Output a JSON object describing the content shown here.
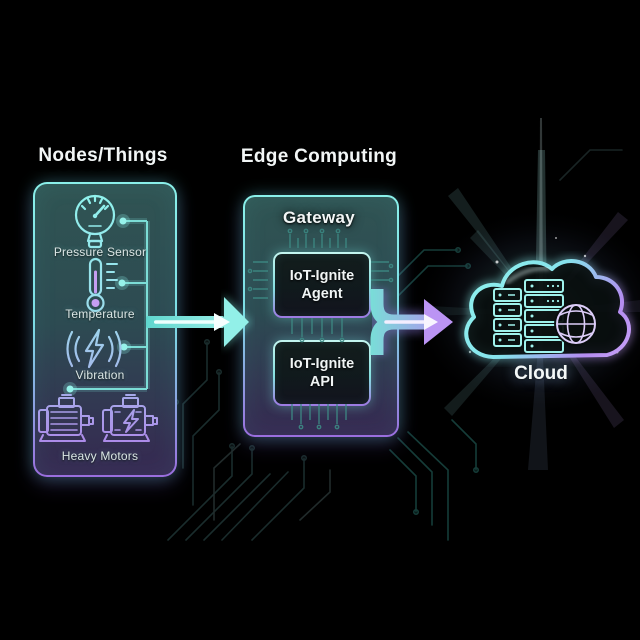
{
  "colors": {
    "background": "#000000",
    "neon_cyan": "#84f0ea",
    "neon_purple": "#9f6ede",
    "arrow_cyan": "#92f0e8",
    "arrow_purple": "#bb94f4",
    "heading_text": "#f2f6f6",
    "label_text": "#dbe6e5"
  },
  "nodes_panel": {
    "heading": "Nodes/Things",
    "items": [
      {
        "icon": "pressure-gauge-icon",
        "label": "Pressure Sensor"
      },
      {
        "icon": "thermometer-icon",
        "label": "Temperature"
      },
      {
        "icon": "vibration-icon",
        "label": "Vibration"
      },
      {
        "icon": "electric-motor-icon",
        "label": "Heavy Motors"
      }
    ]
  },
  "edge_panel": {
    "heading": "Edge Computing",
    "gateway_title": "Gateway",
    "components": [
      {
        "line1": "IoT-Ignite",
        "line2": "Agent"
      },
      {
        "line1": "IoT-Ignite",
        "line2": "API"
      }
    ]
  },
  "cloud_panel": {
    "label": "Cloud",
    "icons": [
      "cloud-outline-icon",
      "server-rack-icon",
      "globe-icon"
    ]
  },
  "connections": [
    {
      "from": "Nodes/Things",
      "to": "Gateway",
      "style": "cyan-arrow"
    },
    {
      "from": "Gateway",
      "to": "Cloud",
      "style": "purple-arrow"
    }
  ]
}
